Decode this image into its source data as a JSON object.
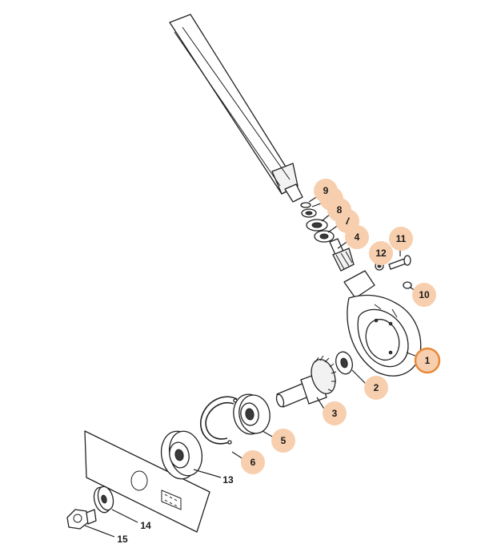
{
  "diagram": {
    "highlight_fill": "#f7cfae",
    "selected_ring": "#e8893a",
    "line_color": "#222222",
    "callouts": [
      {
        "label": "1",
        "state": "selected"
      },
      {
        "label": "2",
        "state": "highlighted"
      },
      {
        "label": "3",
        "state": "highlighted"
      },
      {
        "label": "4",
        "state": "highlighted"
      },
      {
        "label": "5",
        "state": "highlighted"
      },
      {
        "label": "6",
        "state": "highlighted"
      },
      {
        "label": "7",
        "state": "highlighted"
      },
      {
        "label": "7",
        "state": "highlighted"
      },
      {
        "label": "8",
        "state": "highlighted"
      },
      {
        "label": "9",
        "state": "highlighted"
      },
      {
        "label": "10",
        "state": "highlighted"
      },
      {
        "label": "11",
        "state": "highlighted"
      },
      {
        "label": "12",
        "state": "highlighted"
      },
      {
        "label": "13",
        "state": "plain"
      },
      {
        "label": "14",
        "state": "plain"
      },
      {
        "label": "15",
        "state": "plain"
      }
    ]
  }
}
